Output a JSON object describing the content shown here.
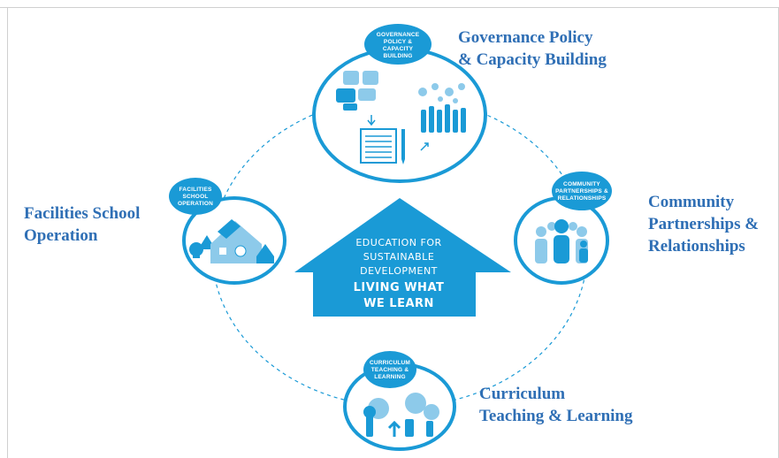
{
  "center": {
    "line1": "EDUCATION FOR",
    "line2": "SUSTAINABLE",
    "line3": "DEVELOPMENT",
    "line4": "LIVING WHAT",
    "line5": "WE LEARN"
  },
  "nodes": {
    "governance": {
      "badge": [
        "GOVERNANCE",
        "POLICY &",
        "CAPACITY",
        "BUILDING"
      ],
      "label": [
        "Governance Policy",
        "& Capacity Building"
      ]
    },
    "community": {
      "badge": [
        "COMMUNITY",
        "PARTNERSHIPS &",
        "RELATIONSHIPS"
      ],
      "label": [
        "Community",
        "Partnerships &",
        "Relationships"
      ]
    },
    "facilities": {
      "badge": [
        "FACILITIES",
        "SCHOOL",
        "OPERATION"
      ],
      "label": [
        "Facilities School",
        "Operation"
      ]
    },
    "curriculum": {
      "badge": [
        "CURRICULUM",
        "TEACHING &",
        "LEARNING"
      ],
      "label": [
        "Curriculum",
        "Teaching & Learning"
      ]
    }
  },
  "colors": {
    "primary": "#1a9ad6",
    "light": "#8dcaea",
    "label": "#2f6fb5"
  }
}
